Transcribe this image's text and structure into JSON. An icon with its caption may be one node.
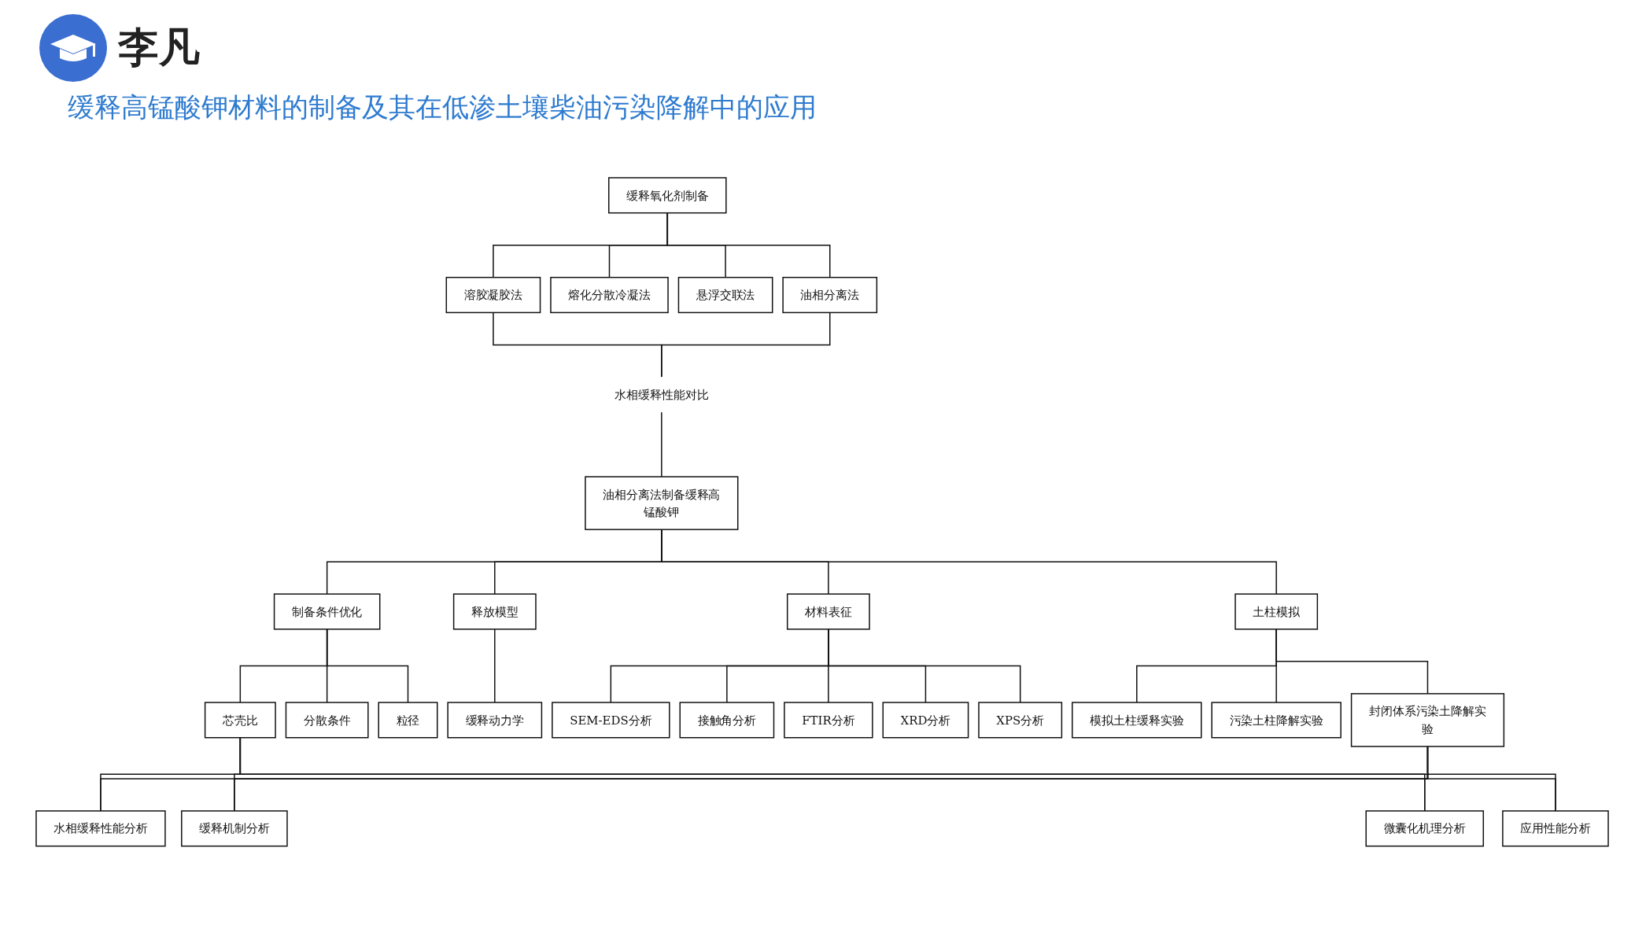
{
  "diagram": {
    "title": "缓释高锰酸钾材料的制备及其在低渗土壤柴油污染降解中的应用",
    "nodes": [
      {
        "text": [
          "缓释氧化剂制备"
        ]
      },
      {
        "text": [
          "溶胶凝胶法"
        ]
      },
      {
        "text": [
          "熔化分散冷凝法"
        ]
      },
      {
        "text": [
          "悬浮交联法"
        ]
      },
      {
        "text": [
          "油相分离法"
        ]
      },
      {
        "text": [
          "水相缓释性能对比"
        ]
      },
      {
        "text": [
          "油相分离法制备缓释高锰酸钾"
        ]
      },
      {
        "text": [
          "制备条件优化"
        ]
      },
      {
        "text": [
          "释放模型"
        ]
      },
      {
        "text": [
          "材料表征"
        ]
      },
      {
        "text": [
          "土柱模拟"
        ]
      },
      {
        "text": [
          "芯壳比"
        ]
      },
      {
        "text": [
          "分散条件"
        ]
      },
      {
        "text": [
          "粒径"
        ]
      },
      {
        "text": [
          "缓释动力学"
        ]
      },
      {
        "text": [
          "SEM-EDS分析"
        ]
      },
      {
        "text": [
          "接触角分析"
        ]
      },
      {
        "text": [
          "FTIR分析"
        ]
      },
      {
        "text": [
          "XRD分析"
        ]
      },
      {
        "text": [
          "XPS分析"
        ]
      },
      {
        "text": [
          "模拟土柱缓释实验"
        ]
      },
      {
        "text": [
          "污染土柱降解实验"
        ]
      },
      {
        "text": [
          "封闭体系污染土降解实验"
        ]
      },
      {
        "text": [
          "水相缓释性能分析"
        ]
      },
      {
        "text": [
          "缓释机制分析"
        ]
      },
      {
        "text": [
          "微囊化机理分析"
        ]
      },
      {
        "text": [
          "应用性能分析"
        ]
      }
    ],
    "edges": [
      {
        "from": 0,
        "to": 1,
        "arrow": "none"
      },
      {
        "from": 0,
        "to": 2,
        "arrow": "none"
      },
      {
        "from": 0,
        "to": 3,
        "arrow": "none"
      },
      {
        "from": 0,
        "to": 4,
        "arrow": "none"
      },
      {
        "from": 1,
        "to": 5,
        "arrow": "none"
      },
      {
        "from": 4,
        "to": 5,
        "arrow": "none"
      },
      {
        "from": 5,
        "to": 6,
        "arrow": "none"
      },
      {
        "from": 6,
        "to": 7,
        "arrow": "none"
      },
      {
        "from": 6,
        "to": 8,
        "arrow": "none"
      },
      {
        "from": 6,
        "to": 9,
        "arrow": "none"
      },
      {
        "from": 6,
        "to": 10,
        "arrow": "none"
      },
      {
        "from": 7,
        "to": 11,
        "arrow": "none"
      },
      {
        "from": 7,
        "to": 12,
        "arrow": "none"
      },
      {
        "from": 7,
        "to": 13,
        "arrow": "none"
      },
      {
        "from": 8,
        "to": 14,
        "arrow": "none"
      },
      {
        "from": 9,
        "to": 15,
        "arrow": "none"
      },
      {
        "from": 9,
        "to": 16,
        "arrow": "none"
      },
      {
        "from": 9,
        "to": 17,
        "arrow": "none"
      },
      {
        "from": 9,
        "to": 18,
        "arrow": "none"
      },
      {
        "from": 9,
        "to": 19,
        "arrow": "none"
      },
      {
        "from": 10,
        "to": 20,
        "arrow": "none"
      },
      {
        "from": 10,
        "to": 21,
        "arrow": "none"
      },
      {
        "from": 10,
        "to": 22,
        "arrow": "none"
      },
      {
        "from": 11,
        "to": 23,
        "arrow": "none"
      },
      {
        "from": 11,
        "to": 24,
        "arrow": "none"
      },
      {
        "from": 11,
        "to": 25,
        "arrow": "none"
      },
      {
        "from": 11,
        "to": 26,
        "arrow": "none"
      },
      {
        "from": 22,
        "to": 23,
        "arrow": "none"
      },
      {
        "from": 22,
        "to": 24,
        "arrow": "none"
      },
      {
        "from": 22,
        "to": 25,
        "arrow": "none"
      },
      {
        "from": 22,
        "to": 26,
        "arrow": "none"
      }
    ],
    "labels": [
      "李凡"
    ]
  }
}
